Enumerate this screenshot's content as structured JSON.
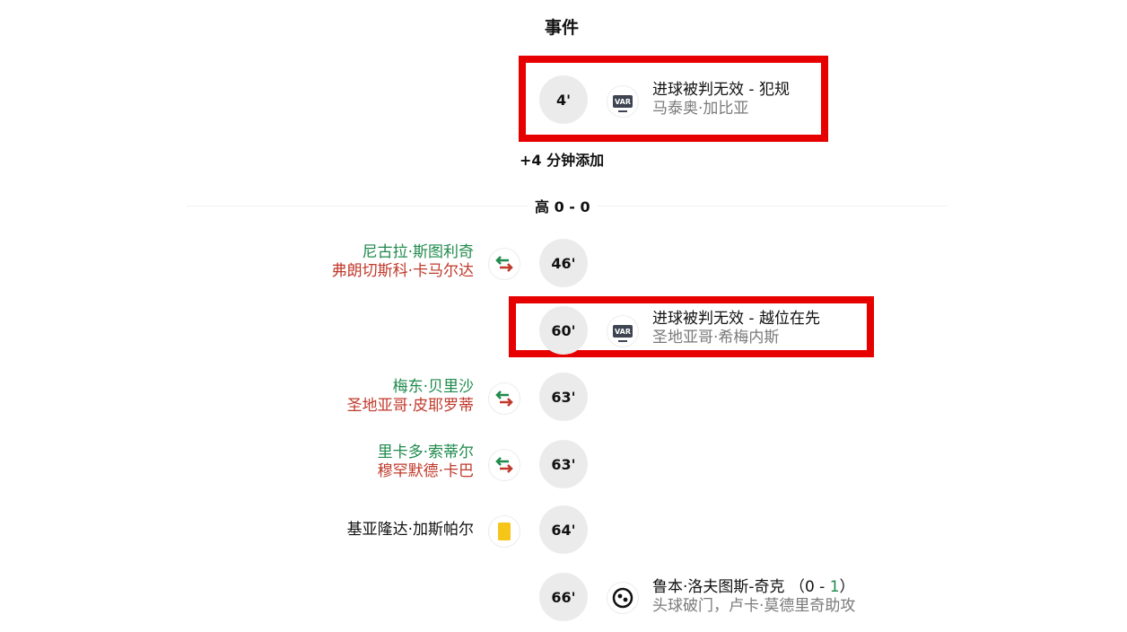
{
  "section": {
    "title": "事件"
  },
  "added_time": "+4 分钟添加",
  "half": {
    "label": "高 0 - 0"
  },
  "colors": {
    "highlight": "#e60000",
    "player_in": "#1f8a4c",
    "player_out": "#c0392b",
    "yellow_card": "#f5c518",
    "minute_bg": "#ebebeb"
  },
  "events": [
    {
      "minute": "4'",
      "icon": "var-icon",
      "icon_text": "VAR",
      "title": "进球被判无效 - 犯规",
      "subtitle": "马泰奥·加比亚",
      "side": "right",
      "highlighted": true
    },
    {
      "minute": "46'",
      "icon": "substitution-icon",
      "player_in": "尼古拉·斯图利奇",
      "player_out": "弗朗切斯科·卡马尔达",
      "side": "left"
    },
    {
      "minute": "60'",
      "icon": "var-icon",
      "icon_text": "VAR",
      "title": "进球被判无效 - 越位在先",
      "subtitle": "圣地亚哥·希梅内斯",
      "side": "right",
      "highlighted": true
    },
    {
      "minute": "63'",
      "icon": "substitution-icon",
      "player_in": "梅东·贝里沙",
      "player_out": "圣地亚哥·皮耶罗蒂",
      "side": "left"
    },
    {
      "minute": "63'",
      "icon": "substitution-icon",
      "player_in": "里卡多·索蒂尔",
      "player_out": "穆罕默德·卡巴",
      "side": "left"
    },
    {
      "minute": "64'",
      "icon": "yellow-card-icon",
      "player": "基亚隆达·加斯帕尔",
      "side": "left"
    },
    {
      "minute": "66'",
      "icon": "goal-ball-icon",
      "title": "鲁本·洛夫图斯-奇克",
      "score_prefix": "（0 - ",
      "score_new": "1",
      "score_suffix": "）",
      "subtitle": "头球破门，卢卡·莫德里奇助攻",
      "side": "right"
    }
  ]
}
